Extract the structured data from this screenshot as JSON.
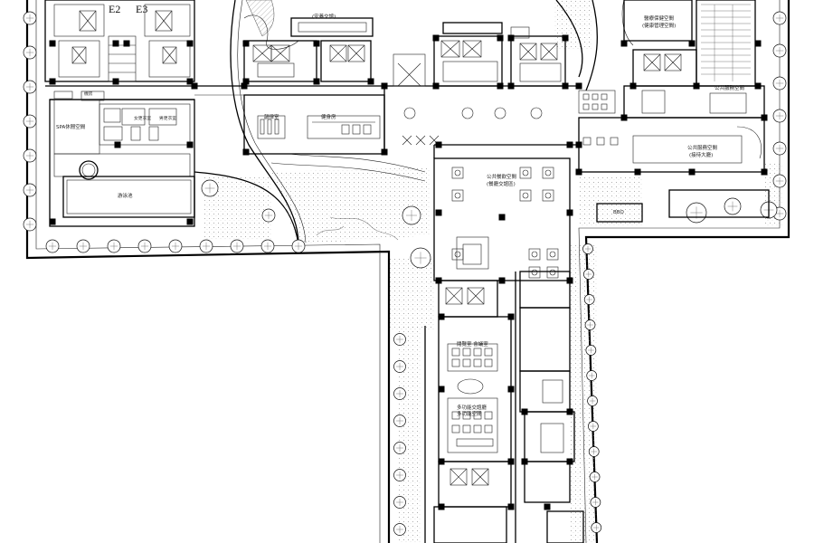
{
  "core_labels": [
    {
      "id": "E2",
      "text": "E2"
    },
    {
      "id": "E3",
      "text": "E3"
    }
  ],
  "room_labels": [
    {
      "id": "lounge_top",
      "text": "(安養交誼)"
    },
    {
      "id": "spa",
      "text": "SPA休閒空間"
    },
    {
      "id": "pool",
      "text": "游泳池"
    },
    {
      "id": "fitness",
      "text": "健身房"
    },
    {
      "id": "aerobics",
      "text": "韻律室"
    },
    {
      "id": "public_dining",
      "text": "公共餐飲空間"
    },
    {
      "id": "public_dining_sub",
      "text": "(餐廳交誼區)"
    },
    {
      "id": "medical_right",
      "text": "醫療保健空間"
    },
    {
      "id": "medical_right_sub",
      "text": "(健康管理空間)"
    },
    {
      "id": "public_service",
      "text": "公共服務空間"
    },
    {
      "id": "multi_room",
      "text": "多功能空間"
    },
    {
      "id": "multi_hall",
      "text": "多功能交誼廳"
    },
    {
      "id": "reading",
      "text": "閱覽室 會議室"
    },
    {
      "id": "lobby_right",
      "text": "公共服務空間"
    },
    {
      "id": "lobby_right_sub",
      "text": "(接待大廳)"
    },
    {
      "id": "bbq",
      "text": "BBQ"
    },
    {
      "id": "women_shower",
      "text": "女更衣室"
    },
    {
      "id": "men_shower",
      "text": "男更衣室"
    },
    {
      "id": "storage",
      "text": "機房"
    }
  ]
}
